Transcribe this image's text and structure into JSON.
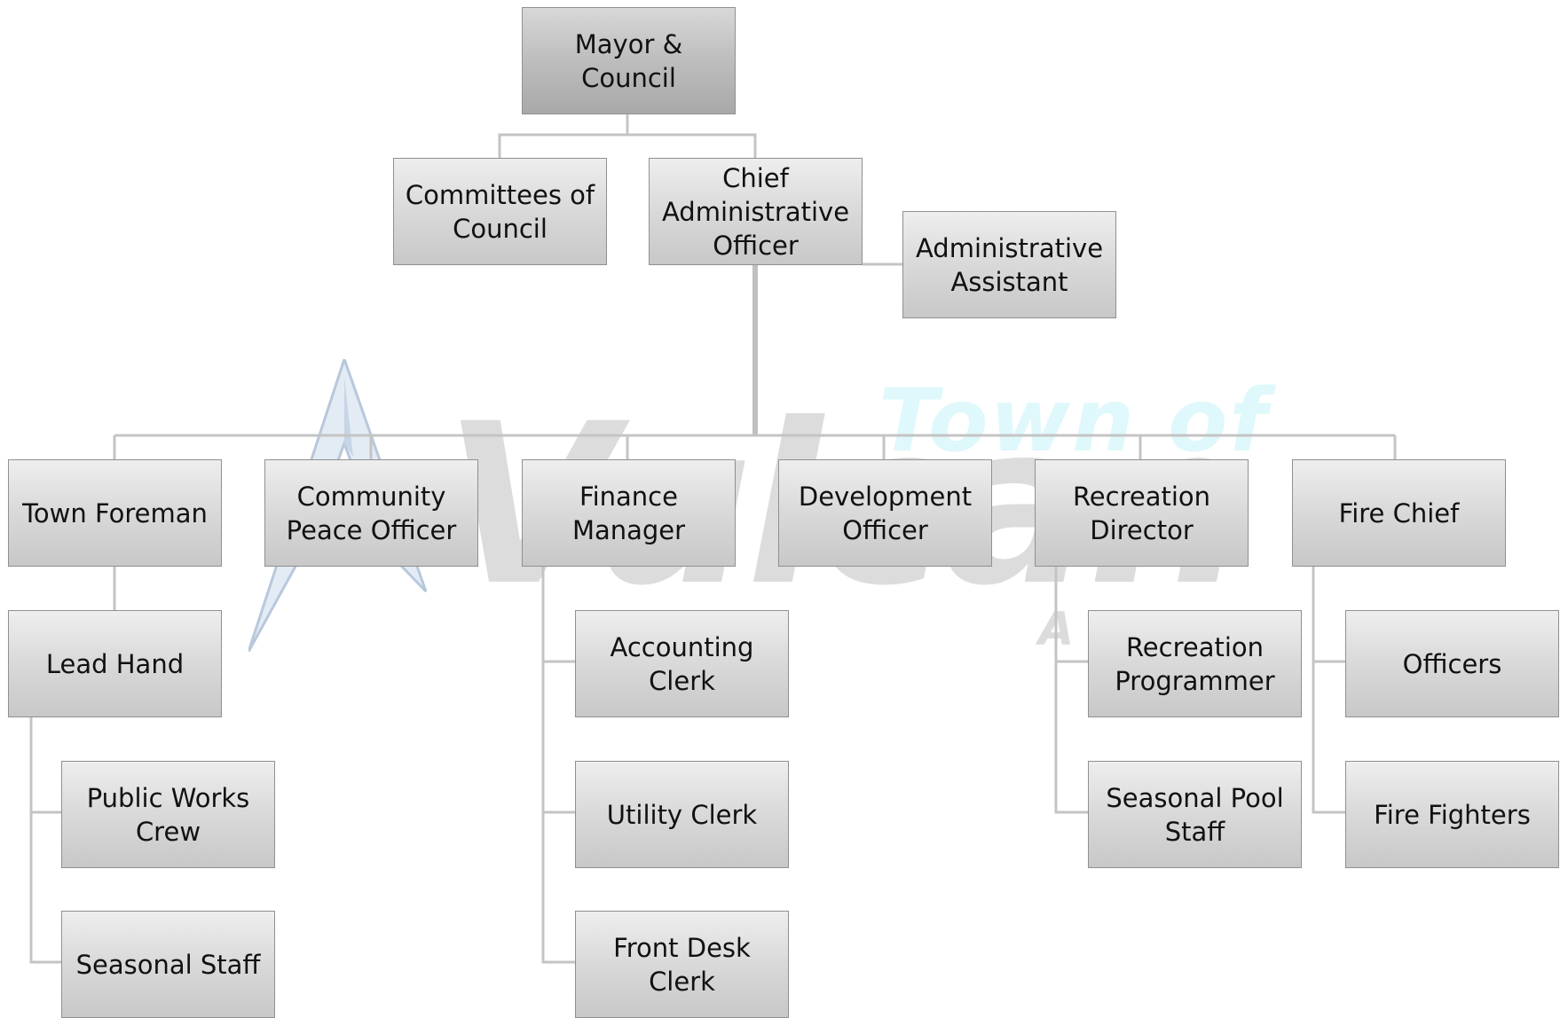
{
  "org_chart": {
    "nodes": {
      "mayor": "Mayor & Council",
      "committees": "Committees of Council",
      "cao": "Chief Administrative Officer",
      "admin_assistant": "Administrative Assistant",
      "town_foreman": "Town Foreman",
      "peace_officer": "Community Peace Officer",
      "finance_manager": "Finance Manager",
      "development_officer": "Development Officer",
      "recreation_director": "Recreation Director",
      "fire_chief": "Fire Chief",
      "lead_hand": "Lead Hand",
      "public_works": "Public Works Crew",
      "seasonal_staff": "Seasonal Staff",
      "accounting_clerk": "Accounting Clerk",
      "utility_clerk": "Utility Clerk",
      "front_desk": "Front Desk Clerk",
      "rec_programmer": "Recreation Programmer",
      "pool_staff": "Seasonal Pool Staff",
      "officers": "Officers",
      "fire_fighters": "Fire Fighters"
    },
    "reports_to": {
      "committees": "mayor",
      "cao": "mayor",
      "admin_assistant": "cao",
      "town_foreman": "cao",
      "peace_officer": "cao",
      "finance_manager": "cao",
      "development_officer": "cao",
      "recreation_director": "cao",
      "fire_chief": "cao",
      "lead_hand": "town_foreman",
      "public_works": "lead_hand",
      "seasonal_staff": "lead_hand",
      "accounting_clerk": "finance_manager",
      "utility_clerk": "finance_manager",
      "front_desk": "finance_manager",
      "rec_programmer": "recreation_director",
      "pool_staff": "recreation_director",
      "officers": "fire_chief",
      "fire_fighters": "fire_chief"
    }
  },
  "watermark": {
    "line1": "Town of",
    "line2": "Vulcan",
    "line3": "A"
  }
}
